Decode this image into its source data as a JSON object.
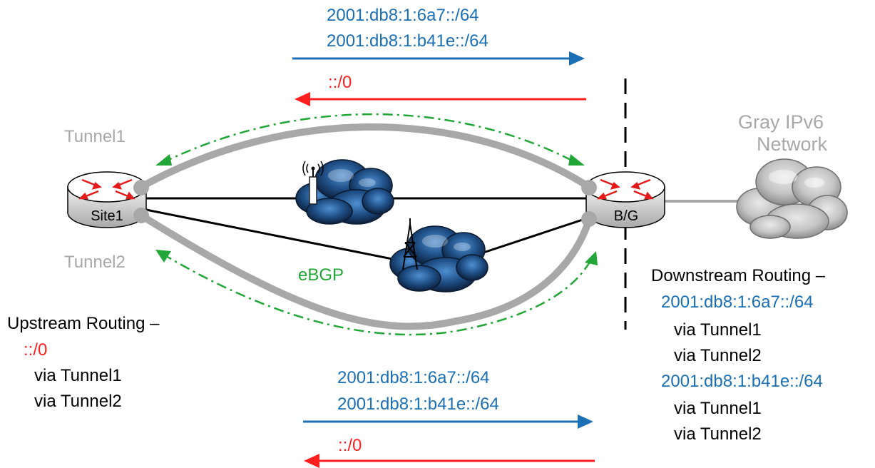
{
  "top_prefixes": [
    "2001:db8:1:6a7::/64",
    "2001:db8:1:b41e::/64"
  ],
  "top_default": "::/0",
  "bottom_prefixes": [
    "2001:db8:1:6a7::/64",
    "2001:db8:1:b41e::/64"
  ],
  "bottom_default": "::/0",
  "tunnel1_label": "Tunnel1",
  "tunnel2_label": "Tunnel2",
  "ebgp_label": "eBGP",
  "gray_network_label": [
    "Gray IPv6",
    "Network"
  ],
  "routers": {
    "site": "Site1",
    "border": "B/G"
  },
  "upstream": {
    "title": "Upstream Routing –",
    "route": "::/0",
    "vias": [
      "via Tunnel1",
      "via Tunnel2"
    ]
  },
  "downstream": {
    "title": "Downstream Routing –",
    "routes": [
      {
        "prefix": "2001:db8:1:6a7::/64",
        "vias": [
          "via Tunnel1",
          "via Tunnel2"
        ]
      },
      {
        "prefix": "2001:db8:1:b41e::/64",
        "vias": [
          "via Tunnel1",
          "via Tunnel2"
        ]
      }
    ]
  },
  "colors": {
    "blue": "#1a6fb5",
    "red": "#ff1f1f",
    "green": "#21a637",
    "gray": "#a8a8a8"
  }
}
